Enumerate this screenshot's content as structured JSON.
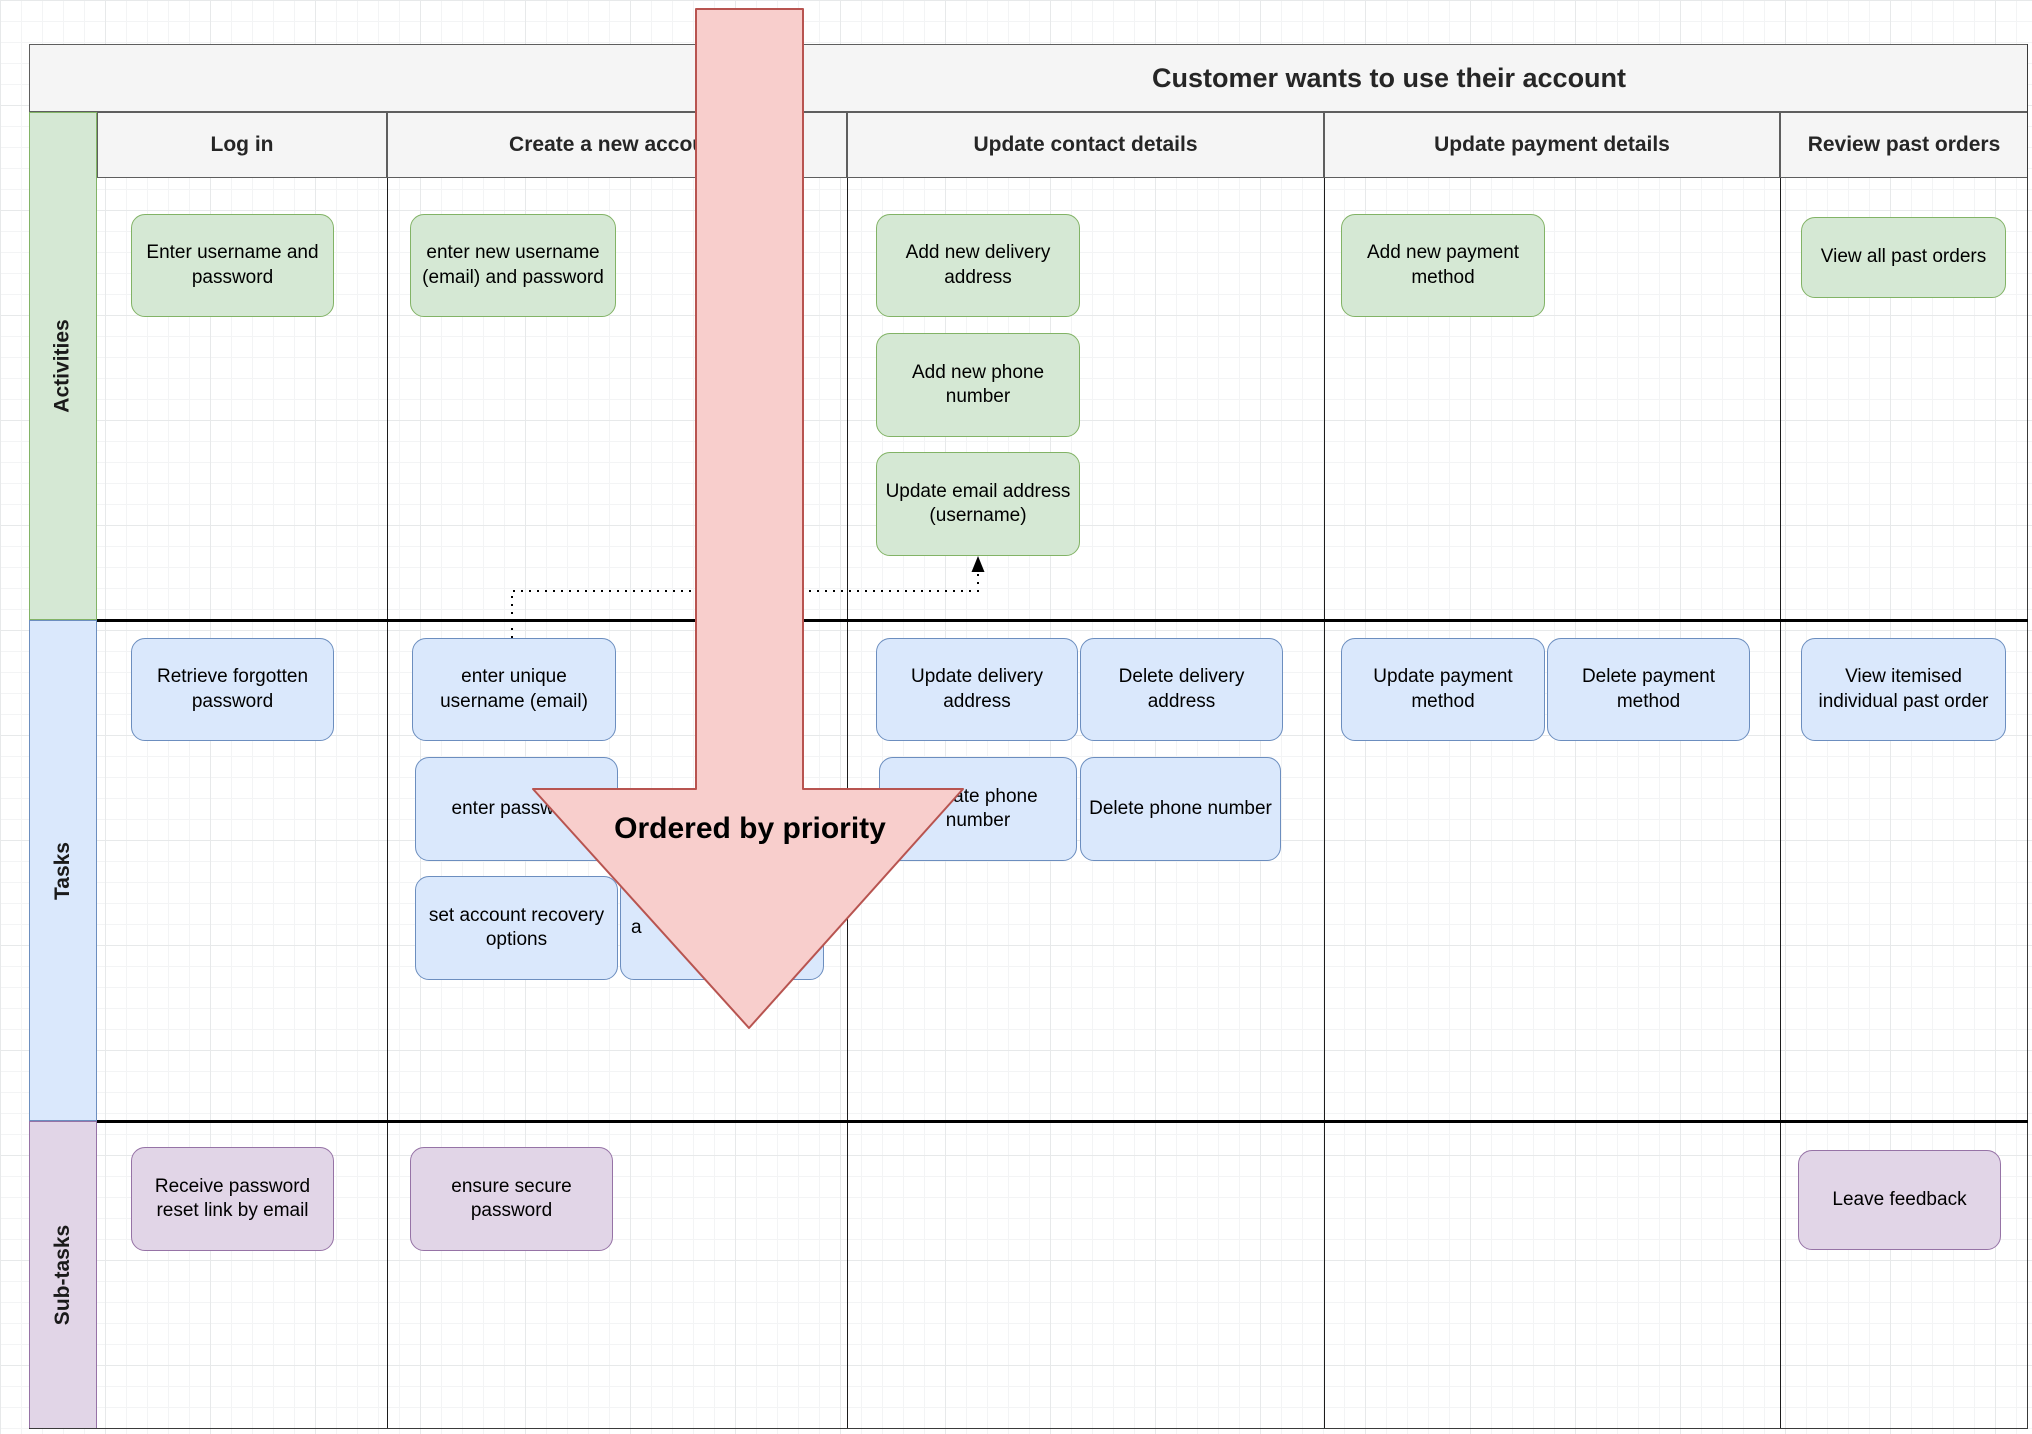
{
  "story_map": {
    "title": "Customer wants to use their account",
    "column_headers": [
      "Log in",
      "Create a new account",
      "Update contact details",
      "Update payment details",
      "Review past orders"
    ],
    "row_labels": [
      "Activities",
      "Tasks",
      "Sub-tasks"
    ],
    "boxes": [
      {
        "label": "Enter username and password",
        "type": "activity",
        "column": "Log in"
      },
      {
        "label": "enter new username (email) and password",
        "type": "activity",
        "column": "Create a new account"
      },
      {
        "label": "Add new delivery address",
        "type": "activity",
        "column": "Update contact details"
      },
      {
        "label": "Add new phone number",
        "type": "activity",
        "column": "Update contact details"
      },
      {
        "label": "Update email address (username)",
        "type": "activity",
        "column": "Update contact details"
      },
      {
        "label": "Add new payment method",
        "type": "activity",
        "column": "Update payment details"
      },
      {
        "label": "View all past orders",
        "type": "activity",
        "column": "Review past orders"
      },
      {
        "label": "Retrieve forgotten password",
        "type": "task",
        "column": "Log in"
      },
      {
        "label": "enter unique username (email)",
        "type": "task",
        "column": "Create a new account"
      },
      {
        "label": "enter password",
        "type": "task",
        "column": "Create a new account"
      },
      {
        "label": "set account recovery options",
        "type": "task",
        "column": "Create a new account"
      },
      {
        "label": "a",
        "type": "task",
        "column": "Create a new account"
      },
      {
        "label": "Update delivery address",
        "type": "task",
        "column": "Update contact details"
      },
      {
        "label": "Delete delivery address",
        "type": "task",
        "column": "Update contact details"
      },
      {
        "label": "Update phone number",
        "type": "task",
        "column": "Update contact details"
      },
      {
        "label": "Delete phone number",
        "type": "task",
        "column": "Update contact details"
      },
      {
        "label": "Update payment method",
        "type": "task",
        "column": "Update payment details"
      },
      {
        "label": "Delete payment method",
        "type": "task",
        "column": "Update payment details"
      },
      {
        "label": "View itemised individual past order",
        "type": "task",
        "column": "Review past orders"
      },
      {
        "label": "Receive password reset link by email",
        "type": "subtask",
        "column": "Log in"
      },
      {
        "label": "ensure secure password",
        "type": "subtask",
        "column": "Create a new account"
      },
      {
        "label": "Leave feedback",
        "type": "subtask",
        "column": "Review past orders"
      }
    ],
    "annotation_arrow": {
      "label": "Ordered by priority",
      "direction": "down"
    },
    "connector": {
      "style": "dotted",
      "from_box": "enter unique username (email)",
      "to_box": "Update email address (username)"
    },
    "colors": {
      "activity_fill": "#d5e8d4",
      "activity_stroke": "#82b366",
      "task_fill": "#dae8fc",
      "task_stroke": "#6c8ebf",
      "subtask_fill": "#e1d5e7",
      "subtask_stroke": "#9673a6",
      "arrow_fill": "#f8cecc",
      "arrow_stroke": "#b85450",
      "header_fill": "#f5f5f5",
      "header_border": "#5e5e5e",
      "grid_line": "#e7e9ea"
    }
  }
}
